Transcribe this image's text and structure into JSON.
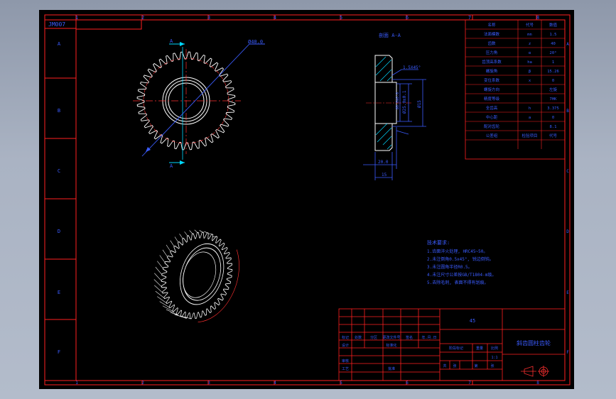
{
  "colors": {
    "background": "#000000",
    "frame": "#ff2020",
    "dimension": "#3b5cff",
    "geometry": "#ffffff",
    "centerline": "#ff3030",
    "annotation": "#00d8ff",
    "viewport_outer": "#a7b1c2"
  },
  "border": {
    "top_labels": [
      "1",
      "2",
      "3",
      "4",
      "5",
      "6",
      "7",
      "8"
    ],
    "side_labels": [
      "A",
      "B",
      "C",
      "D",
      "E",
      "F"
    ],
    "corner_code": "JM007"
  },
  "front_view": {
    "section_marker": "A",
    "dimension": "Ø40.0",
    "icon": "spur-gear-front-view-icon"
  },
  "section_view": {
    "title": "剖面 A-A",
    "chamfer": "1.5X45°",
    "dims": [
      "Ø25.0±0.1",
      "Ø15",
      "Ø8.0±0.0",
      "20.0",
      "15"
    ]
  },
  "iso_view": {
    "icon": "helical-gear-isometric-icon"
  },
  "param_table": {
    "headers": [
      "名称",
      "代号",
      "数值"
    ],
    "rows": [
      [
        "法面模数",
        "mn",
        "1.5"
      ],
      [
        "齿数",
        "z",
        "40"
      ],
      [
        "压力角",
        "α",
        "20°"
      ],
      [
        "齿顶高系数",
        "ha",
        "1"
      ],
      [
        "螺旋角",
        "β",
        "15.26"
      ],
      [
        "变位系数",
        "x",
        "0"
      ],
      [
        "螺旋方向",
        "",
        "左旋"
      ],
      [
        "精度等级",
        "",
        "7HK"
      ],
      [
        "全齿高",
        "h",
        "3.375"
      ],
      [
        "中心距",
        "a",
        "0"
      ],
      [
        "配对齿轮",
        "",
        "8.1"
      ],
      [
        "公差组",
        "检验项目",
        "代号"
      ],
      [
        "",
        "",
        ""
      ]
    ]
  },
  "notes": [
    "技术要求:",
    "1.齿面淬火处理, HRC45~50。",
    "2.未注倒角0.5x45°, 锐边倒钝。",
    "3.未注圆角半径R0.5。",
    "4.未注尺寸公差按GB/T1804-m级。",
    "5.去除毛刺, 表面不得有划痕。"
  ],
  "title_block": {
    "material": "45",
    "drawing_title": "斜齿圆柱齿轮",
    "header_row": [
      "标记",
      "处数",
      "分区",
      "更改文件号",
      "签名",
      "年.月.日"
    ],
    "labels": [
      "设计",
      "标准化",
      "阶段标记",
      "重量",
      "比例",
      "审核",
      "工艺",
      "批准"
    ],
    "scale": "1:1",
    "sheet_info": [
      "共",
      "张",
      "第",
      "张"
    ]
  }
}
